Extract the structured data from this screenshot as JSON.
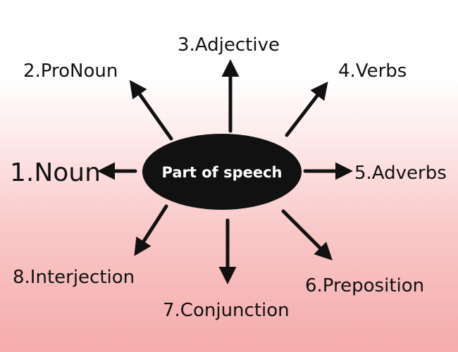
{
  "center": {
    "label": "Part of speech"
  },
  "parts": [
    {
      "id": "noun",
      "label": "1.Noun"
    },
    {
      "id": "pronoun",
      "label": "2.ProNoun"
    },
    {
      "id": "adjective",
      "label": "3.Adjective"
    },
    {
      "id": "verbs",
      "label": "4.Verbs"
    },
    {
      "id": "adverbs",
      "label": "5.Adverbs"
    },
    {
      "id": "preposition",
      "label": "6.Preposition"
    },
    {
      "id": "conjunction",
      "label": "7.Conjunction"
    },
    {
      "id": "interjection",
      "label": "8.Interjection"
    }
  ],
  "colors": {
    "ink": "#111111",
    "center_fill": "#111111",
    "center_text": "#ffffff"
  }
}
